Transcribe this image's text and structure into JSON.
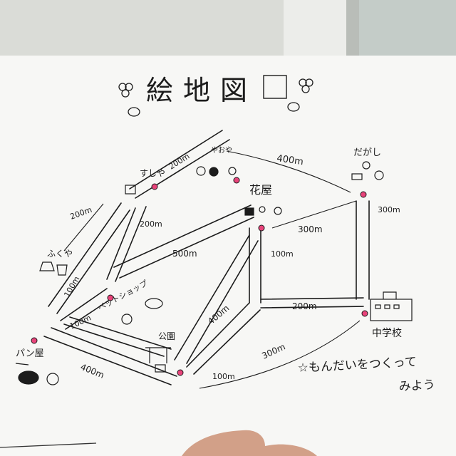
{
  "map": {
    "title": "絵地図",
    "places": {
      "sushi": "すしや",
      "vegetable": "やおや",
      "candy": "だがし",
      "flower": "花屋",
      "clothes": "ふくや",
      "pet": "ペットショップ",
      "bakery": "パン屋",
      "park": "公園",
      "school": "中学校"
    },
    "distances": {
      "d_sushi_veg": "200m",
      "d_veg_candy": "400m",
      "d_sushi_flower": "200m",
      "d_sushi_clothes": "200m",
      "d_flower_candy": "300m",
      "d_candy_school": "300m",
      "d_flower_pet": "500m",
      "d_flower_down": "100m",
      "d_flower_school": "200m",
      "d_park_flower": "400m",
      "d_clothes_pet": "100m",
      "d_pet_bakery": "100m",
      "d_bakery_park": "400m",
      "d_park_school": "300m",
      "d_park_right": "100m"
    },
    "task": {
      "line1": "☆もんだいをつくって",
      "line2": "みよう"
    }
  },
  "colors": {
    "wall": "#d6d9d4",
    "door": "#e9ebe7",
    "paper": "#f7f7f5",
    "ink": "#1c1c1c",
    "pin": "#e8437a",
    "hand": "#d2a088"
  }
}
